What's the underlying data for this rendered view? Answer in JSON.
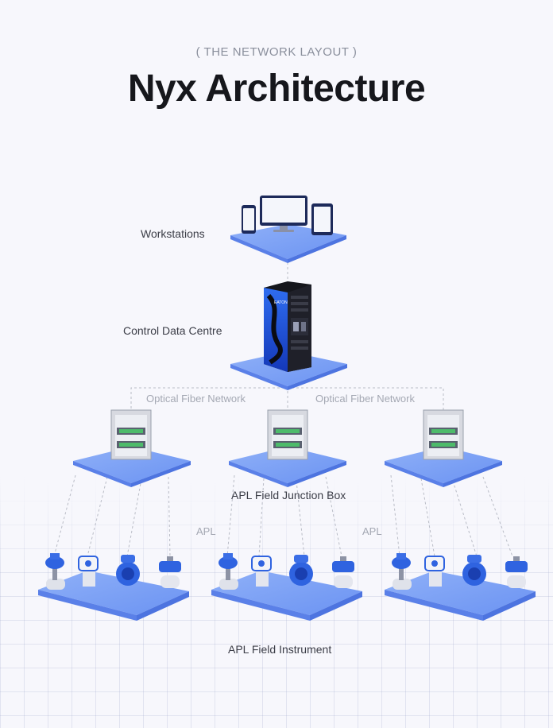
{
  "header": {
    "eyebrow": "( THE NETWORK LAYOUT )",
    "title": "Nyx Architecture"
  },
  "labels": {
    "workstations": "Workstations",
    "control_data_centre": "Control Data Centre",
    "optical_fiber_left": "Optical Fiber Network",
    "optical_fiber_right": "Optical Fiber Network",
    "junction_box": "APL Field Junction Box",
    "apl_left": "APL",
    "apl_right": "APL",
    "field_instrument": "APL Field Instrument"
  },
  "rack_brand": "EATON",
  "colors": {
    "platform_top": "#7aa0f5",
    "platform_side": "#5d84ec",
    "instrument_blue": "#2f63e0",
    "connector": "#b9bcc6"
  },
  "icons": [
    "smartphone-icon",
    "monitor-icon",
    "tablet-icon",
    "server-rack-icon",
    "junction-box-icon",
    "valve-actuator-icon",
    "transmitter-icon",
    "flowmeter-icon",
    "rotary-actuator-icon"
  ]
}
